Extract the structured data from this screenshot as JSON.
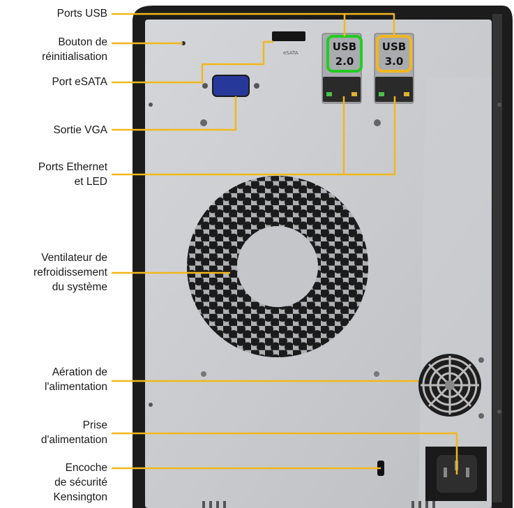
{
  "callouts": [
    {
      "id": "usb-ports",
      "lines": [
        "Ports USB"
      ]
    },
    {
      "id": "reset-button",
      "lines": [
        "Bouton de",
        "réinitialisation"
      ]
    },
    {
      "id": "esata-port",
      "lines": [
        "Port eSATA"
      ]
    },
    {
      "id": "vga-output",
      "lines": [
        "Sortie VGA"
      ]
    },
    {
      "id": "ethernet-ports",
      "lines": [
        "Ports Ethernet",
        "et LED"
      ]
    },
    {
      "id": "system-fan",
      "lines": [
        "Ventilateur de",
        "refroidissement",
        "du système"
      ]
    },
    {
      "id": "psu-vent",
      "lines": [
        "Aération de",
        "l'alimentation"
      ]
    },
    {
      "id": "power-socket",
      "lines": [
        "Prise",
        "d'alimentation"
      ]
    },
    {
      "id": "kensington-slot",
      "lines": [
        "Encoche",
        "de sécurité",
        "Kensington"
      ]
    }
  ],
  "device": {
    "usb20": {
      "line1": "USB",
      "line2": "2.0",
      "color": "#22cc22"
    },
    "usb30": {
      "line1": "USB",
      "line2": "3.0",
      "color": "#f2b71d"
    },
    "esata_print": "eSATA"
  },
  "colors": {
    "leader": "#f2b71d",
    "case": "#1c1c1c",
    "panel": "#c7c9cc",
    "label_text": "#1a1a1a"
  }
}
